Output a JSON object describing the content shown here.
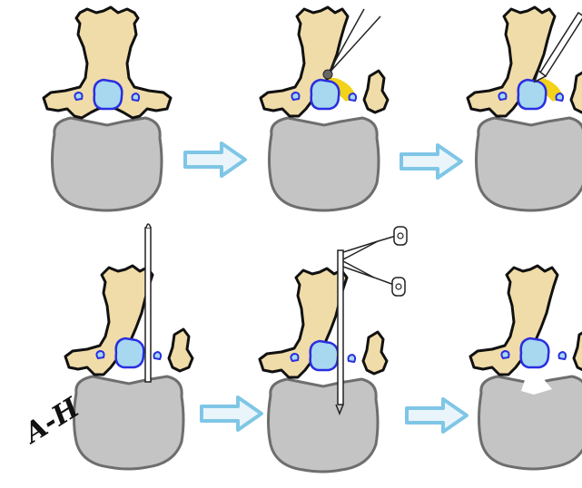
{
  "figure": {
    "annotation_label": "A-H",
    "panels": [
      {
        "id": "p1",
        "step": "vertebra-with-ligamentum-flavum"
      },
      {
        "id": "p2",
        "step": "laminotomy-with-drill"
      },
      {
        "id": "p3",
        "step": "flavum-removal-with-instrument"
      },
      {
        "id": "p4",
        "step": "probe-insertion-to-disc"
      },
      {
        "id": "p5",
        "step": "forceps-insertion-to-disc"
      },
      {
        "id": "p6",
        "step": "result-after-decompression"
      }
    ],
    "arrows": [
      "arrow-1-2",
      "arrow-2-3",
      "arrow-4-5",
      "arrow-5-6"
    ]
  },
  "colors": {
    "bone": "#f0dca8",
    "bone_outline": "#111111",
    "vertebral_body": "#c4c4c4",
    "vertebral_body_outline": "#6e6e6e",
    "dura": "#a7d8f0",
    "dura_outline": "#2a2ee0",
    "ligamentum": "#f2d21a",
    "ligamentum_orange": "#f3a41f",
    "arrow_fill": "#e9f5fb",
    "arrow_stroke": "#7fc6e6",
    "instrument": "#222222"
  }
}
